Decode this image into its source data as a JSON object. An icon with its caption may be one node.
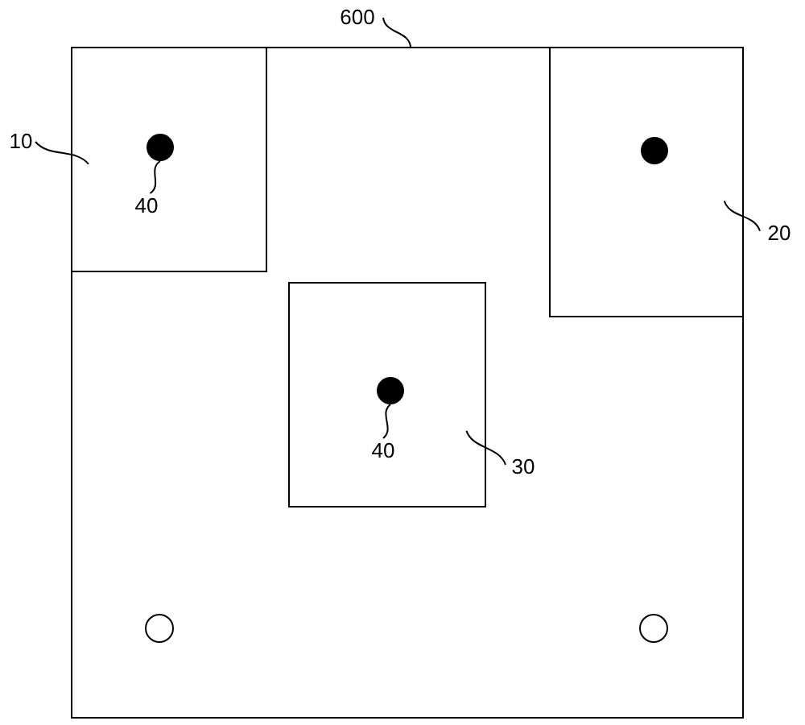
{
  "diagram": {
    "nodes": [
      {
        "text": [],
        "shape": "box"
      },
      {
        "text": [],
        "shape": "box",
        "in": 0
      },
      {
        "text": [],
        "shape": "dot",
        "in": 1
      },
      {
        "text": [],
        "shape": "box",
        "in": 0
      },
      {
        "text": [],
        "shape": "dot",
        "in": 3
      },
      {
        "text": [],
        "shape": "box",
        "in": 0
      },
      {
        "text": [],
        "shape": "dot",
        "in": 5
      },
      {
        "text": [],
        "shape": "circle",
        "in": 0
      },
      {
        "text": [],
        "shape": "circle",
        "in": 0
      },
      {
        "text": [
          "600"
        ]
      },
      {
        "text": [
          "10"
        ]
      },
      {
        "text": [
          "40"
        ],
        "in": 1
      },
      {
        "text": [
          "20"
        ]
      },
      {
        "text": [
          "40"
        ],
        "in": 5
      },
      {
        "text": [
          "30"
        ],
        "in": 0
      }
    ],
    "edges": [
      {
        "from": 9,
        "to": 0,
        "arrow": "none"
      },
      {
        "from": 10,
        "to": 1,
        "arrow": "none"
      },
      {
        "from": 11,
        "to": 2,
        "arrow": "none"
      },
      {
        "from": 12,
        "to": 3,
        "arrow": "none"
      },
      {
        "from": 13,
        "to": 6,
        "arrow": "none"
      },
      {
        "from": 14,
        "to": 5,
        "arrow": "none"
      }
    ]
  }
}
